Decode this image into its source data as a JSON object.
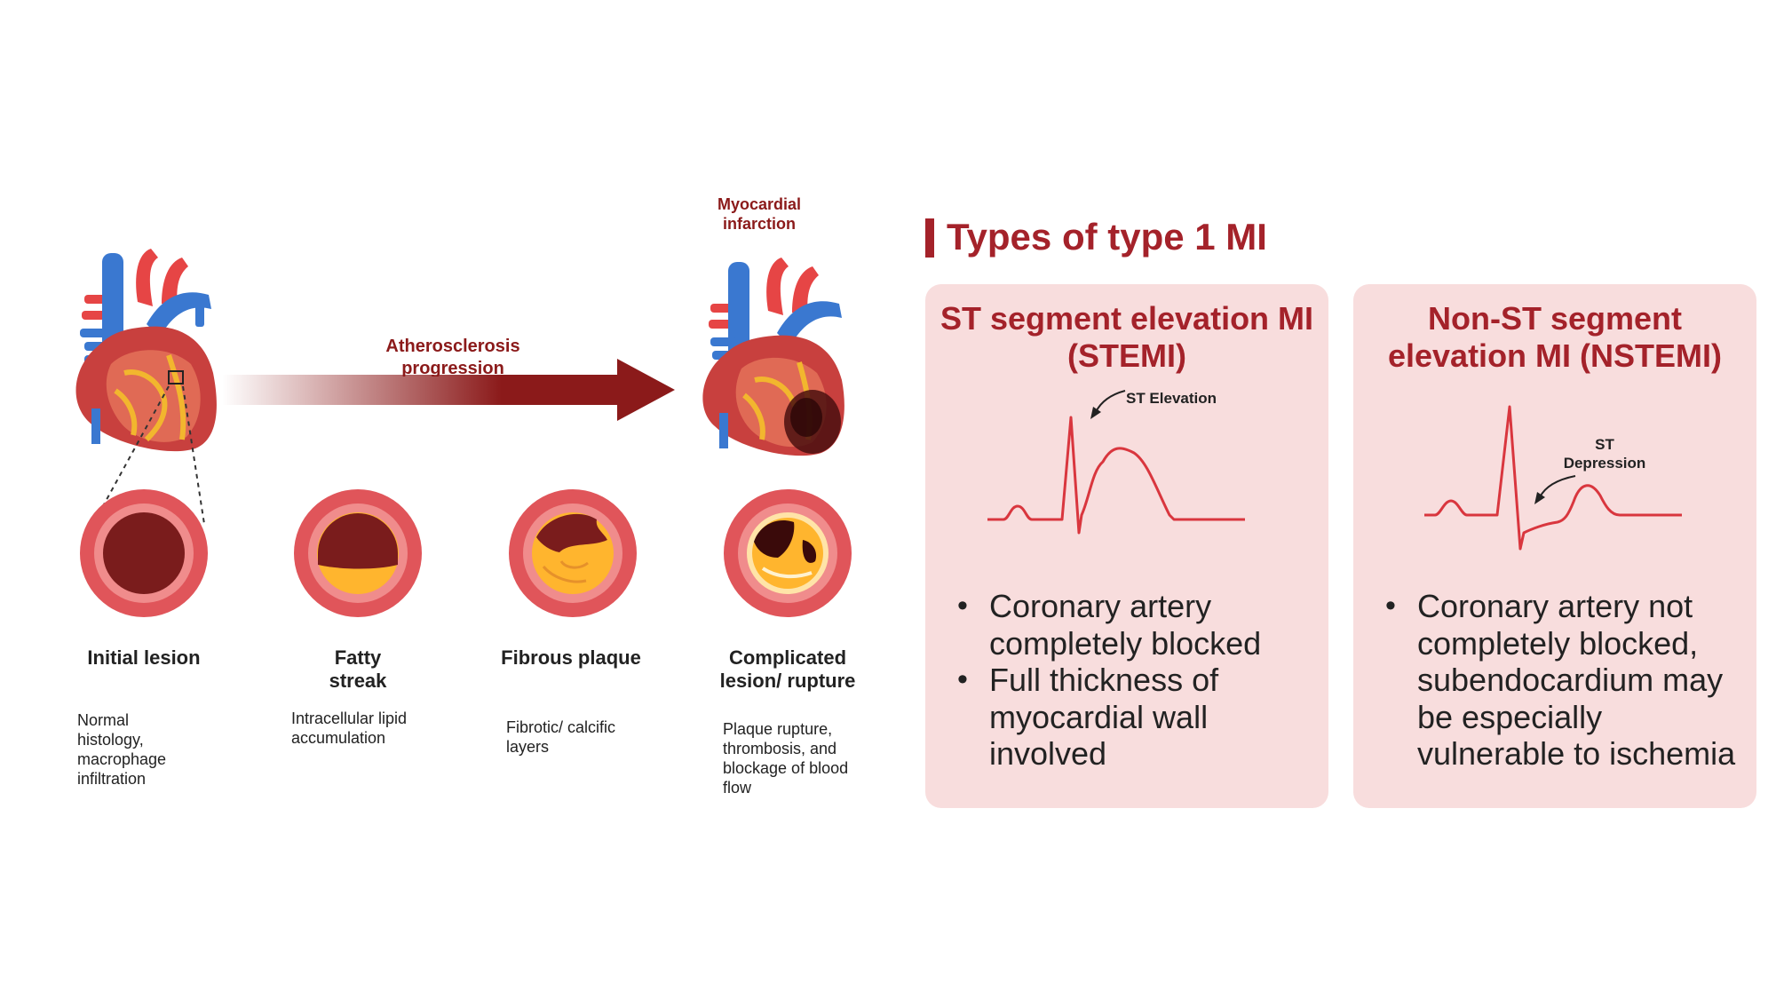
{
  "arrow_label": "Atherosclerosis progression",
  "mi_label": "Myocardial infarction",
  "stages": [
    {
      "title": "Initial lesion",
      "desc": "Normal histology, macrophage infiltration"
    },
    {
      "title": "Fatty streak",
      "desc": "Intracellular lipid accumulation"
    },
    {
      "title": "Fibrous plaque",
      "desc": "Fibrotic/ calcific layers"
    },
    {
      "title": "Complicated lesion/ rupture",
      "desc": "Plaque rupture, thrombosis, and blockage of blood flow"
    }
  ],
  "section_title": "Types of type 1 MI",
  "panels": [
    {
      "title": "ST segment elevation MI (STEMI)",
      "ecg_label": "ST Elevation",
      "bullets": [
        "Coronary artery completely blocked",
        "Full thickness of myocardial wall involved"
      ]
    },
    {
      "title": "Non-ST segment elevation MI (NSTEMI)",
      "ecg_label": "ST Depression",
      "bullets": [
        "Coronary artery not completely blocked, subendocardium may be especially vulnerable to ischemia"
      ]
    }
  ],
  "colors": {
    "brand_red": "#a4222a",
    "dark_red": "#8b1a1a",
    "panel_bg": "#f8dddd",
    "ecg_line": "#d9363e",
    "vessel_wall": "#e0555a",
    "lumen": "#7a1c1c",
    "plaque": "#ffb52e"
  },
  "icons": [
    "heart-illustration",
    "infarcted-heart-illustration",
    "artery-cross-section-icon",
    "ecg-trace-icon",
    "curved-arrow-icon"
  ]
}
